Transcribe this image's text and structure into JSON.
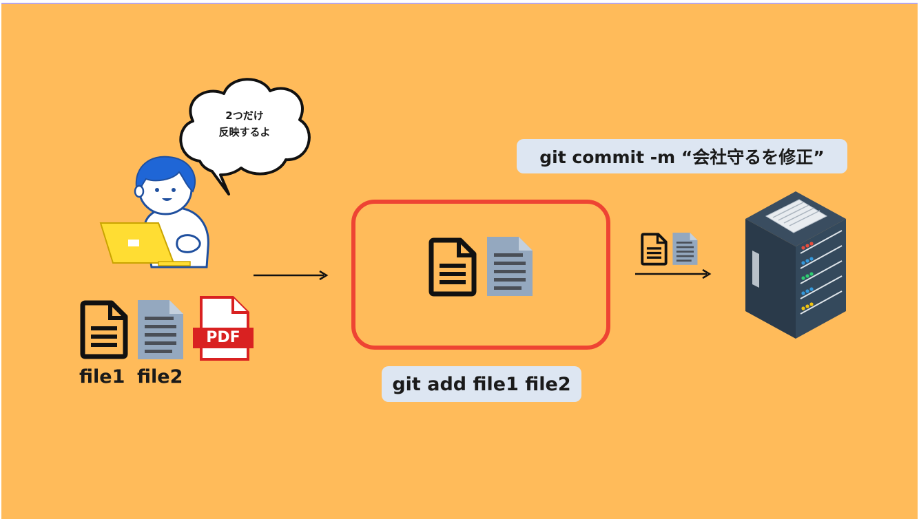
{
  "speech_bubble": {
    "line1": "2つだけ",
    "line2": "反映するよ"
  },
  "working_files": {
    "labels": [
      "file1",
      "file2"
    ],
    "icons": [
      "document-icon",
      "document-icon",
      "pdf-icon"
    ]
  },
  "staging": {
    "command": "git add file1 file2",
    "icons": [
      "document-icon",
      "document-icon"
    ]
  },
  "commit": {
    "command": "git commit -m “会社守るを修正”"
  },
  "pdf_badge": "PDF",
  "colors": {
    "background": "#ffbb5a",
    "staging_border": "#ee4433",
    "pill": "#dde6f2",
    "doc_gray": "#94a8bf",
    "server": "#2f4152"
  }
}
